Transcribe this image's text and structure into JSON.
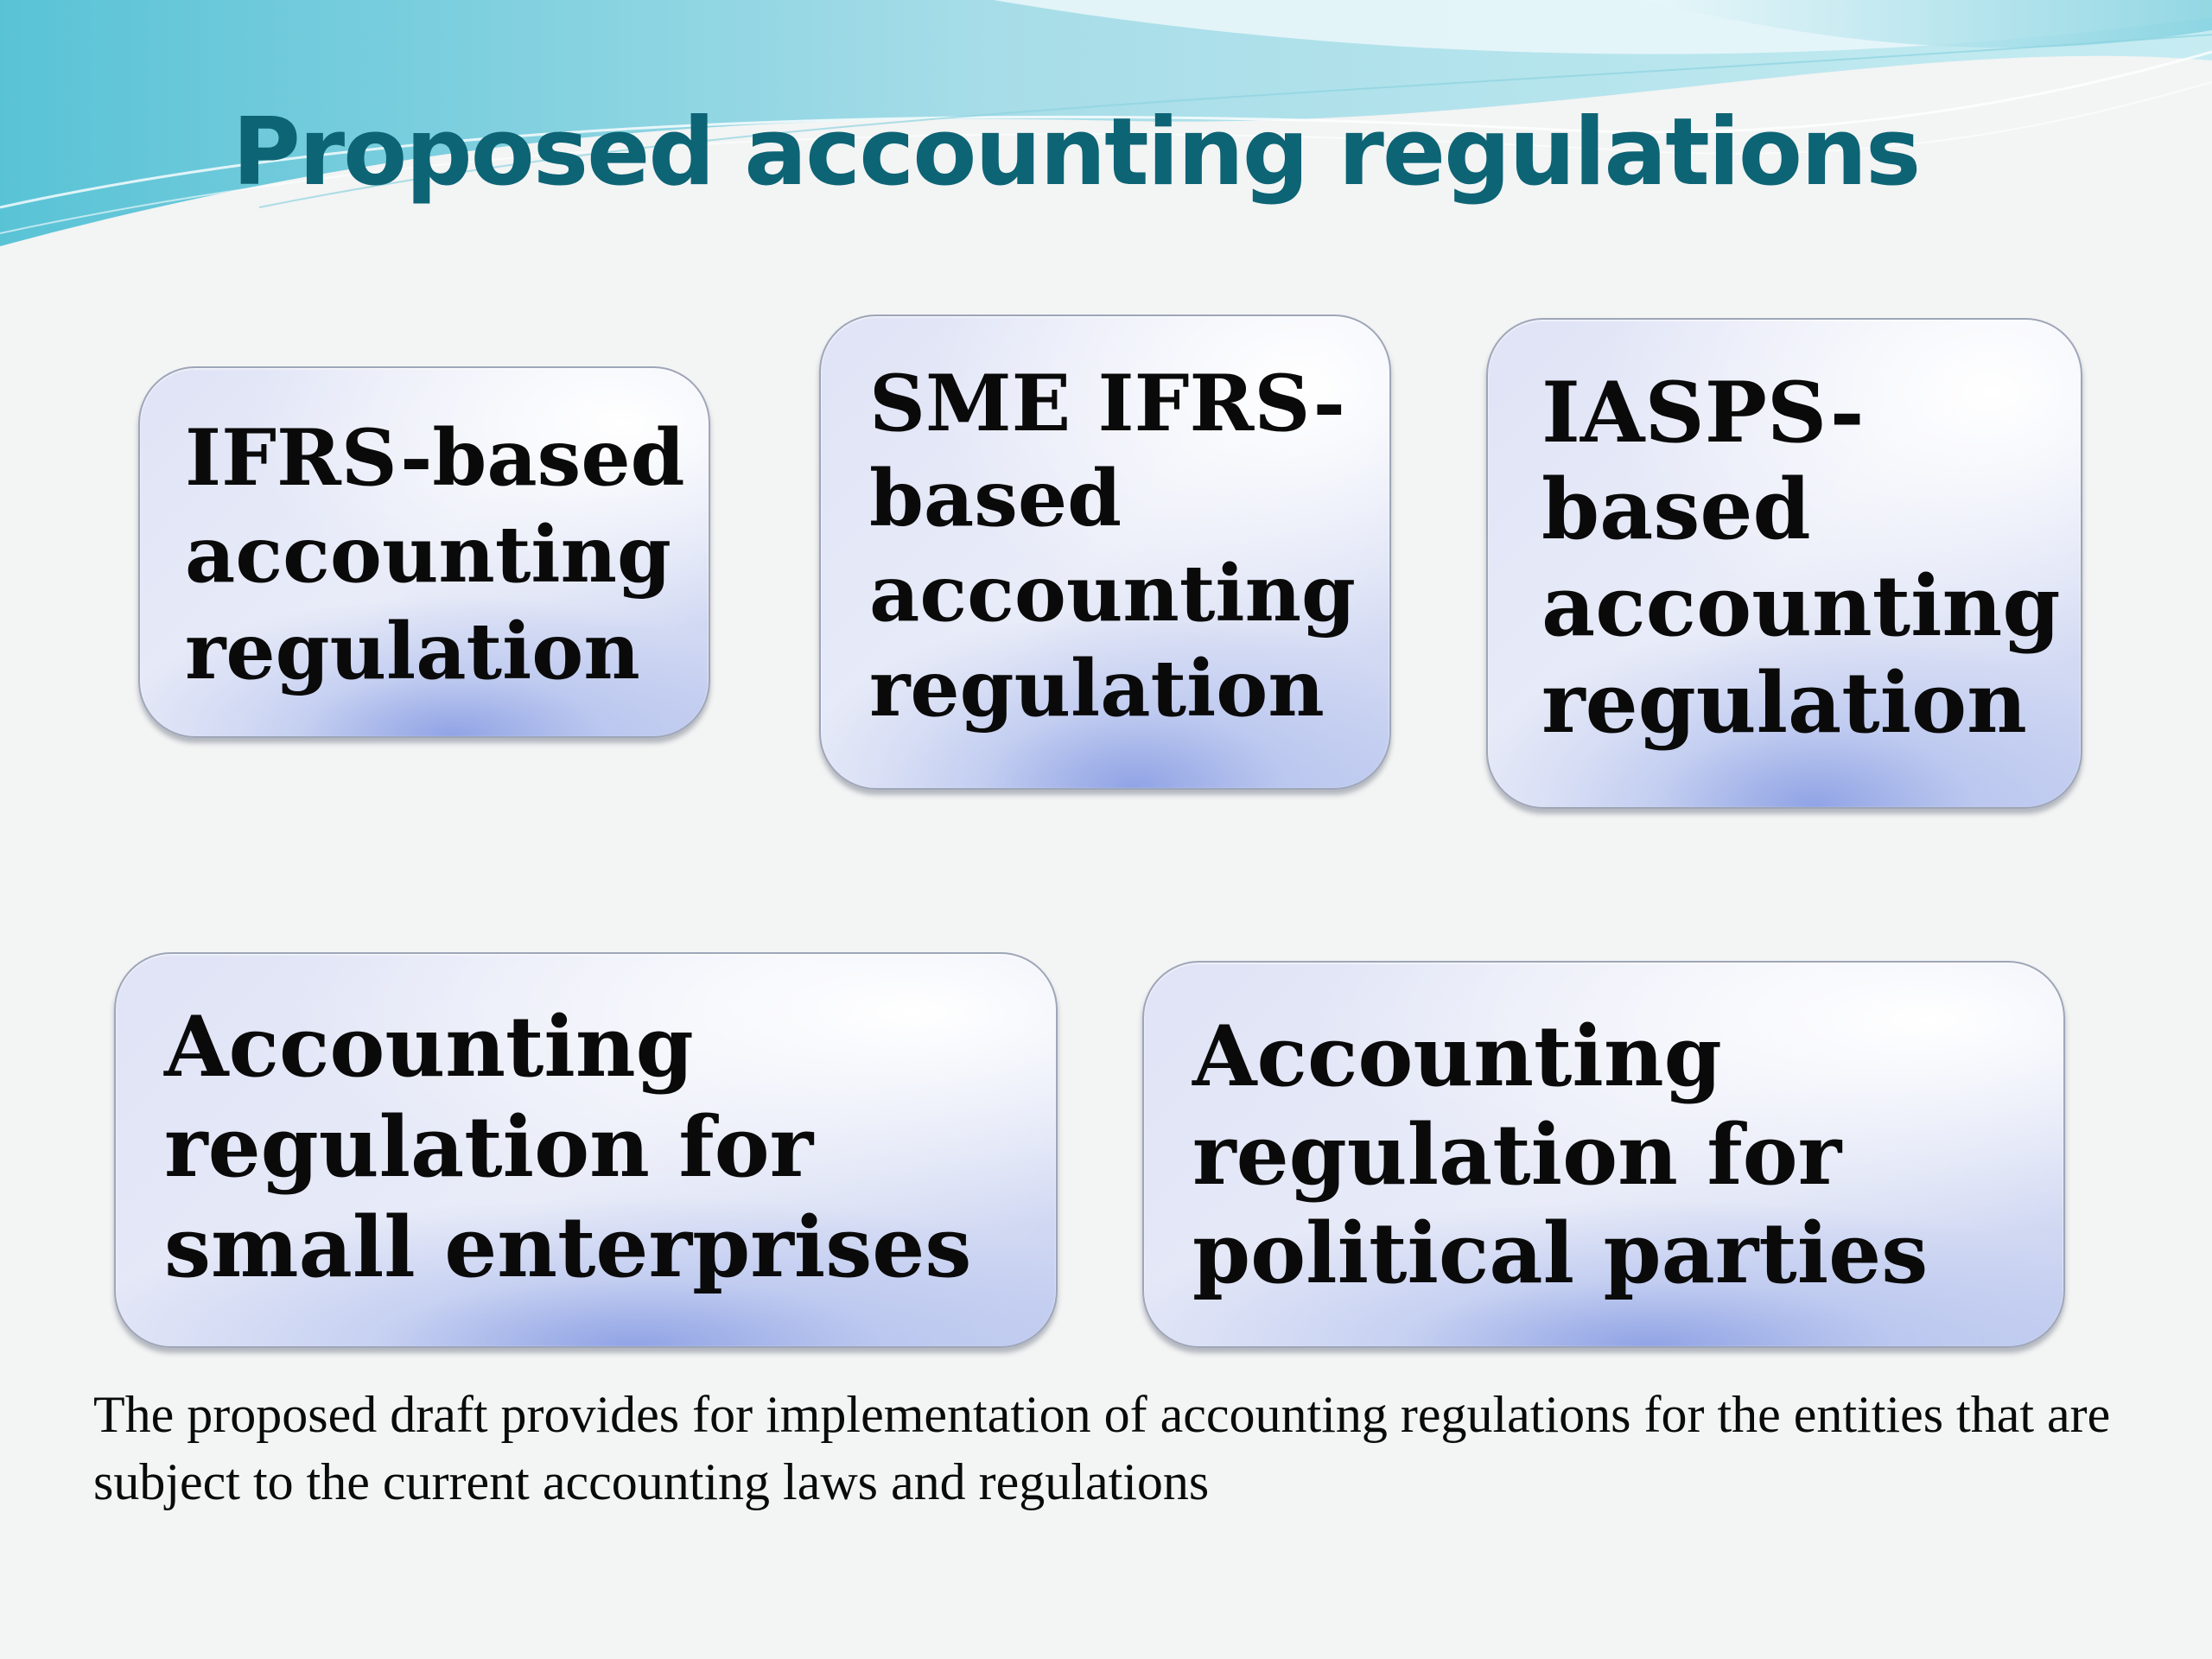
{
  "slide": {
    "title": "Proposed accounting regulations",
    "boxes": [
      {
        "label": "IFRS-based\naccounting\nregulation"
      },
      {
        "label": "SME IFRS-\nbased\naccounting\nregulation"
      },
      {
        "label": "IASPS-\nbased\naccounting\nregulation"
      },
      {
        "label": "Accounting\nregulation for\nsmall enterprises"
      },
      {
        "label": "Accounting\nregulation for\npolitical parties"
      }
    ],
    "caption": "The proposed draft provides for implementation of accounting regulations for the entities that are subject to the current accounting laws and regulations"
  },
  "colors": {
    "title": "#0d6475",
    "background": "#f3f4f4",
    "wave_light": "#bfe8ef",
    "wave_dark": "#5fbfd2"
  }
}
